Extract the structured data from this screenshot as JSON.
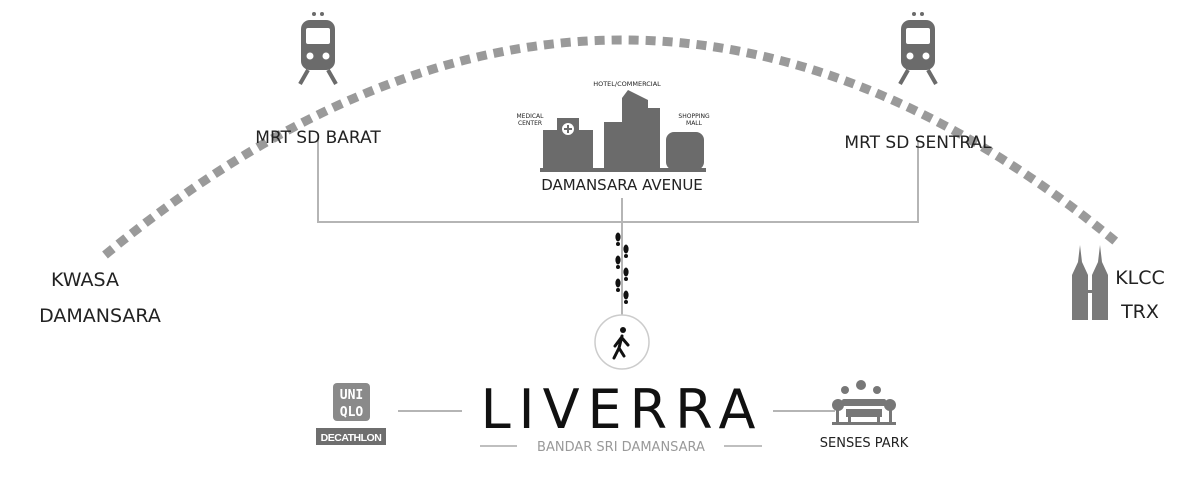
{
  "stations": {
    "west": {
      "line1": "KWASA",
      "line2": "DAMANSARA"
    },
    "mrt_barat": "MRT SD BARAT",
    "mrt_sentral": "MRT SD SENTRAL",
    "east": {
      "line1": "KLCC",
      "line2": "TRX"
    }
  },
  "damansara_avenue": {
    "title": "DAMANSARA AVENUE",
    "hotel": "HOTEL/COMMERCIAL",
    "medical": {
      "line1": "MEDICAL",
      "line2": "CENTER"
    },
    "mall": {
      "line1": "SHOPPING",
      "line2": "MALL"
    }
  },
  "brand": {
    "name": "LIVERRA",
    "subtitle": "BANDAR SRI DAMANSARA"
  },
  "retail": {
    "uniqlo": {
      "line1": "UNI",
      "line2": "QLO"
    },
    "decathlon": "DECATHLON"
  },
  "park": "SENSES PARK",
  "colors": {
    "dash": "#9a9a9a",
    "line": "#b5b5b5",
    "icon": "#6b6b6b",
    "text": "#222222"
  }
}
